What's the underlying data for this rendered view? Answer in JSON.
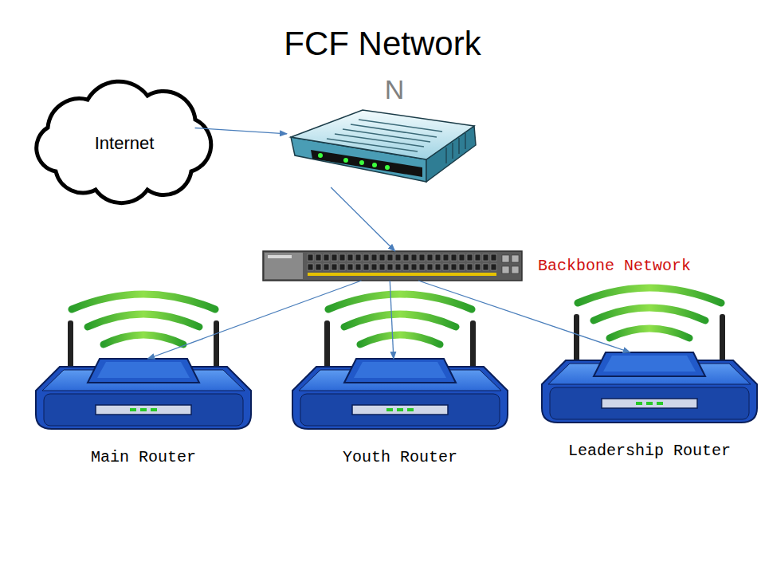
{
  "diagram": {
    "title": "FCF Network",
    "nodes": [
      {
        "text": [
          "Internet"
        ]
      },
      {
        "text": [
          "N"
        ]
      },
      {
        "text": [
          "Backbone Network"
        ]
      },
      {
        "text": [
          "Main Router"
        ]
      },
      {
        "text": [
          "Youth Router"
        ]
      },
      {
        "text": [
          "Leadership Router"
        ]
      }
    ],
    "edges": [
      {
        "from": 0,
        "to": 1,
        "arrow": "to"
      },
      {
        "from": 1,
        "to": 2,
        "arrow": "to"
      },
      {
        "from": 2,
        "to": 3,
        "arrow": "to"
      },
      {
        "from": 2,
        "to": 4,
        "arrow": "to"
      },
      {
        "from": 2,
        "to": 5,
        "arrow": "to"
      }
    ]
  }
}
